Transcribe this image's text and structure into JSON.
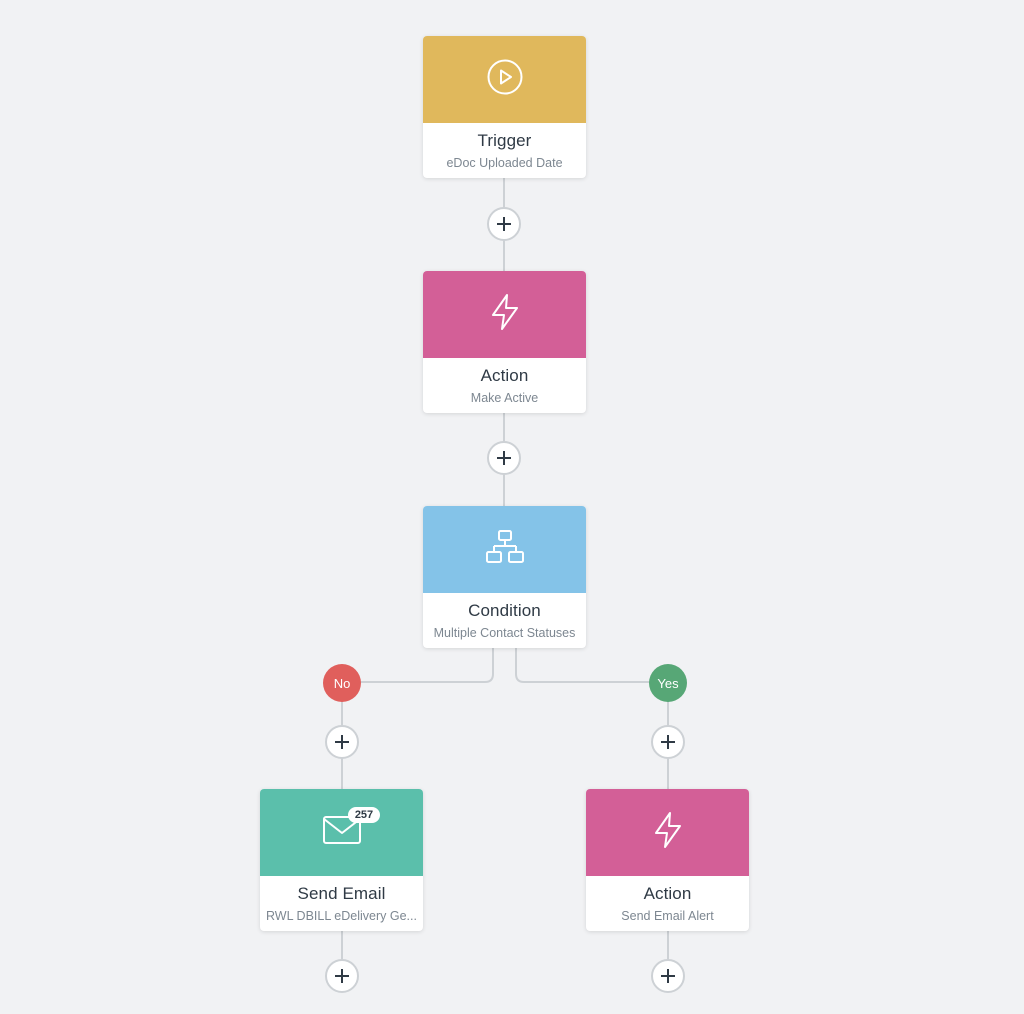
{
  "colors": {
    "trigger": "#e0b85c",
    "action": "#d35f97",
    "condition": "#84c3e8",
    "email": "#5bbfab",
    "no": "#e05f5c",
    "yes": "#57a776",
    "connector": "#cdd1d5"
  },
  "nodes": {
    "trigger": {
      "title": "Trigger",
      "subtitle": "eDoc Uploaded Date",
      "icon": "play-circle-icon"
    },
    "action1": {
      "title": "Action",
      "subtitle": "Make Active",
      "icon": "lightning-icon"
    },
    "condition": {
      "title": "Condition",
      "subtitle": "Multiple Contact Statuses",
      "icon": "flowchart-icon"
    },
    "send_email": {
      "title": "Send Email",
      "subtitle": "RWL DBILL eDelivery Ge...",
      "icon": "envelope-icon",
      "count": "257"
    },
    "action2": {
      "title": "Action",
      "subtitle": "Send Email Alert",
      "icon": "lightning-icon"
    }
  },
  "branches": {
    "no_label": "No",
    "yes_label": "Yes"
  },
  "add_step_symbol": "+"
}
